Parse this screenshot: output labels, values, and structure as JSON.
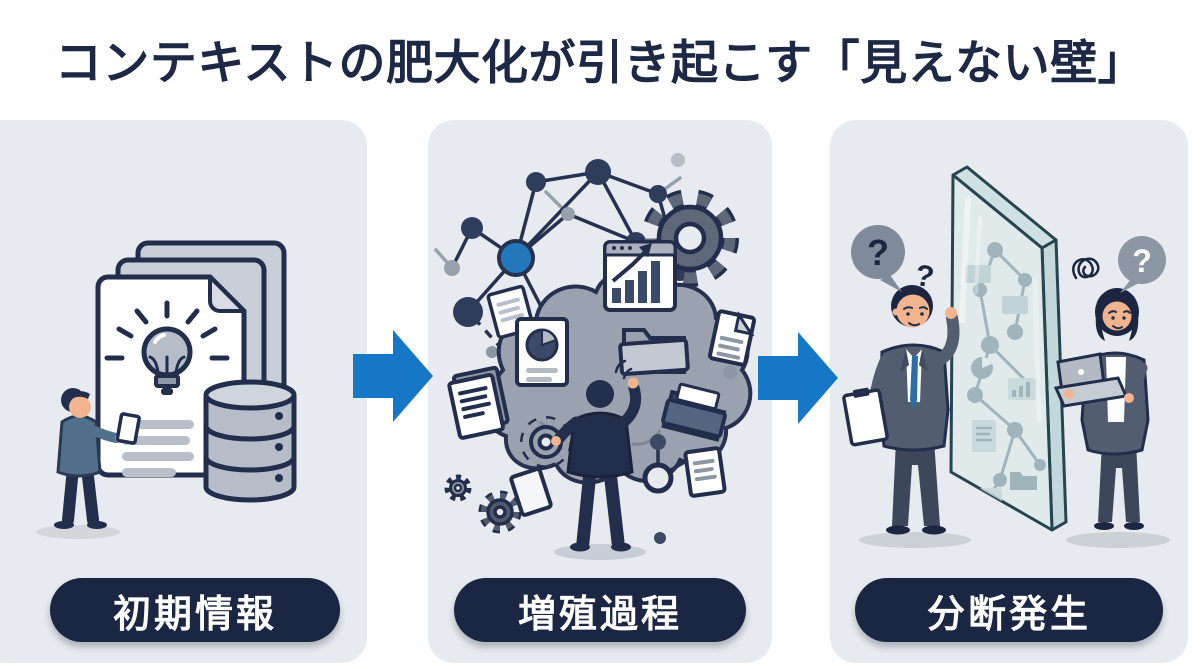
{
  "title": "コンテキストの肥大化が引き起こす「見えない壁」",
  "colors": {
    "background": "#ffffff",
    "panel_bg": "#e7eaee",
    "navy_outline": "#222e4c",
    "label_bg": "#1b2742",
    "label_text": "#ffffff",
    "arrow_blue": "#1577c5",
    "accent_node_blue": "#2278ba",
    "glass_teal": "#dfeaeb",
    "suit_gray": "#525e70",
    "skin": "#f1b48f"
  },
  "panels": [
    {
      "id": "initial-info",
      "label": "初期情報",
      "icons": [
        "person-reading",
        "document-stack",
        "lightbulb",
        "text-lines",
        "database"
      ]
    },
    {
      "id": "proliferation",
      "label": "増殖過程",
      "icons": [
        "network-graph",
        "idea-cloud",
        "gear",
        "browser-bar-chart",
        "trend-arrow",
        "pie-chart-document",
        "folder",
        "documents",
        "overwhelmed-person"
      ]
    },
    {
      "id": "division",
      "label": "分断発生",
      "icons": [
        "question-bubble",
        "glass-wall",
        "wall-network",
        "businessman-clipboard",
        "businesswoman-laptop",
        "scribble"
      ]
    }
  ],
  "arrows": [
    {
      "id": "flow-arrow-1",
      "direction": "right"
    },
    {
      "id": "flow-arrow-2",
      "direction": "right"
    }
  ],
  "marks": {
    "question": "?"
  }
}
